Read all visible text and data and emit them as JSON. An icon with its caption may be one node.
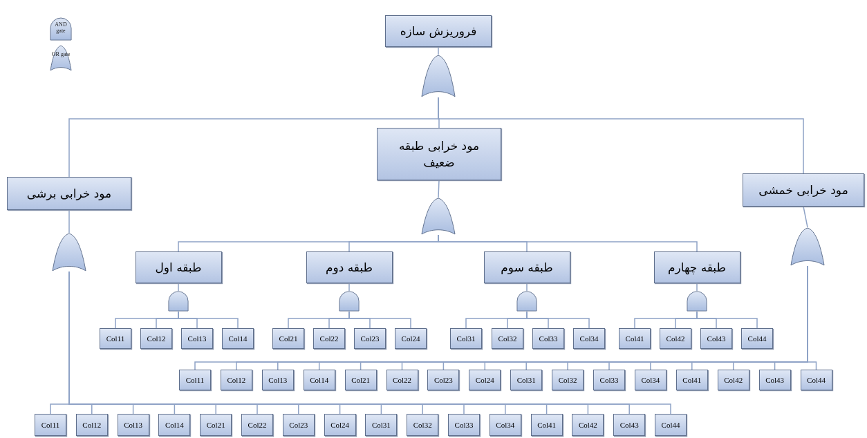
{
  "diagram": {
    "nodes": [
      {
        "text": [
          "AND gate"
        ]
      },
      {
        "text": [
          "OR gate"
        ]
      },
      {
        "text": [
          "فروریزش سازه"
        ]
      },
      {
        "text": [],
        "shape": "arch"
      },
      {
        "text": [
          "مود خرابی برشی"
        ]
      },
      {
        "text": [
          "مود خرابی طبقه ضعیف"
        ]
      },
      {
        "text": [
          "مود خرابی خمشی"
        ]
      },
      {
        "text": [],
        "shape": "arch"
      },
      {
        "text": [],
        "shape": "arch"
      },
      {
        "text": [],
        "shape": "arch"
      },
      {
        "text": [
          "طبقه اول"
        ]
      },
      {
        "text": [
          "طبقه دوم"
        ]
      },
      {
        "text": [
          "طبقه سوم"
        ]
      },
      {
        "text": [
          "طبقه چهارم"
        ]
      },
      {
        "text": [],
        "shape": "dome"
      },
      {
        "text": [],
        "shape": "dome"
      },
      {
        "text": [],
        "shape": "dome"
      },
      {
        "text": [],
        "shape": "dome"
      },
      {
        "text": [
          "Col11"
        ]
      },
      {
        "text": [
          "Col12"
        ]
      },
      {
        "text": [
          "Col13"
        ]
      },
      {
        "text": [
          "Col14"
        ]
      },
      {
        "text": [
          "Col21"
        ]
      },
      {
        "text": [
          "Col22"
        ]
      },
      {
        "text": [
          "Col23"
        ]
      },
      {
        "text": [
          "Col24"
        ]
      },
      {
        "text": [
          "Col31"
        ]
      },
      {
        "text": [
          "Col32"
        ]
      },
      {
        "text": [
          "Col33"
        ]
      },
      {
        "text": [
          "Col34"
        ]
      },
      {
        "text": [
          "Col41"
        ]
      },
      {
        "text": [
          "Col42"
        ]
      },
      {
        "text": [
          "Col43"
        ]
      },
      {
        "text": [
          "Col44"
        ]
      },
      {
        "text": [
          "Col11"
        ]
      },
      {
        "text": [
          "Col12"
        ]
      },
      {
        "text": [
          "Col13"
        ]
      },
      {
        "text": [
          "Col14"
        ]
      },
      {
        "text": [
          "Col21"
        ]
      },
      {
        "text": [
          "Col22"
        ]
      },
      {
        "text": [
          "Col23"
        ]
      },
      {
        "text": [
          "Col24"
        ]
      },
      {
        "text": [
          "Col31"
        ]
      },
      {
        "text": [
          "Col32"
        ]
      },
      {
        "text": [
          "Col33"
        ]
      },
      {
        "text": [
          "Col34"
        ]
      },
      {
        "text": [
          "Col41"
        ]
      },
      {
        "text": [
          "Col42"
        ]
      },
      {
        "text": [
          "Col43"
        ]
      },
      {
        "text": [
          "Col44"
        ]
      },
      {
        "text": [
          "Col11"
        ]
      },
      {
        "text": [
          "Col12"
        ]
      },
      {
        "text": [
          "Col13"
        ]
      },
      {
        "text": [
          "Col14"
        ]
      },
      {
        "text": [
          "Col21"
        ]
      },
      {
        "text": [
          "Col22"
        ]
      },
      {
        "text": [
          "Col23"
        ]
      },
      {
        "text": [
          "Col24"
        ]
      },
      {
        "text": [
          "Col31"
        ]
      },
      {
        "text": [
          "Col32"
        ]
      },
      {
        "text": [
          "Col33"
        ]
      },
      {
        "text": [
          "Col34"
        ]
      },
      {
        "text": [
          "Col41"
        ]
      },
      {
        "text": [
          "Col42"
        ]
      },
      {
        "text": [
          "Col43"
        ]
      },
      {
        "text": [
          "Col44"
        ]
      }
    ],
    "edges": [
      {
        "from": 2,
        "to": 3,
        "arrow": "none"
      },
      {
        "from": 3,
        "to": 4,
        "arrow": "none"
      },
      {
        "from": 3,
        "to": 5,
        "arrow": "none"
      },
      {
        "from": 3,
        "to": 6,
        "arrow": "none"
      },
      {
        "from": 4,
        "to": 7,
        "arrow": "none"
      },
      {
        "from": 5,
        "to": 8,
        "arrow": "none"
      },
      {
        "from": 6,
        "to": 9,
        "arrow": "none"
      },
      {
        "from": 8,
        "to": 10,
        "arrow": "none"
      },
      {
        "from": 8,
        "to": 11,
        "arrow": "none"
      },
      {
        "from": 8,
        "to": 12,
        "arrow": "none"
      },
      {
        "from": 8,
        "to": 13,
        "arrow": "none"
      },
      {
        "from": 10,
        "to": 14,
        "arrow": "none"
      },
      {
        "from": 11,
        "to": 15,
        "arrow": "none"
      },
      {
        "from": 12,
        "to": 16,
        "arrow": "none"
      },
      {
        "from": 13,
        "to": 17,
        "arrow": "none"
      },
      {
        "from": 14,
        "to": 18,
        "arrow": "none"
      },
      {
        "from": 14,
        "to": 19,
        "arrow": "none"
      },
      {
        "from": 14,
        "to": 20,
        "arrow": "none"
      },
      {
        "from": 14,
        "to": 21,
        "arrow": "none"
      },
      {
        "from": 15,
        "to": 22,
        "arrow": "none"
      },
      {
        "from": 15,
        "to": 23,
        "arrow": "none"
      },
      {
        "from": 15,
        "to": 24,
        "arrow": "none"
      },
      {
        "from": 15,
        "to": 25,
        "arrow": "none"
      },
      {
        "from": 16,
        "to": 26,
        "arrow": "none"
      },
      {
        "from": 16,
        "to": 27,
        "arrow": "none"
      },
      {
        "from": 16,
        "to": 28,
        "arrow": "none"
      },
      {
        "from": 16,
        "to": 29,
        "arrow": "none"
      },
      {
        "from": 17,
        "to": 30,
        "arrow": "none"
      },
      {
        "from": 17,
        "to": 31,
        "arrow": "none"
      },
      {
        "from": 17,
        "to": 32,
        "arrow": "none"
      },
      {
        "from": 17,
        "to": 33,
        "arrow": "none"
      },
      {
        "from": 9,
        "to": 34,
        "arrow": "none"
      },
      {
        "from": 9,
        "to": 35,
        "arrow": "none"
      },
      {
        "from": 9,
        "to": 36,
        "arrow": "none"
      },
      {
        "from": 9,
        "to": 37,
        "arrow": "none"
      },
      {
        "from": 9,
        "to": 38,
        "arrow": "none"
      },
      {
        "from": 9,
        "to": 39,
        "arrow": "none"
      },
      {
        "from": 9,
        "to": 40,
        "arrow": "none"
      },
      {
        "from": 9,
        "to": 41,
        "arrow": "none"
      },
      {
        "from": 9,
        "to": 42,
        "arrow": "none"
      },
      {
        "from": 9,
        "to": 43,
        "arrow": "none"
      },
      {
        "from": 9,
        "to": 44,
        "arrow": "none"
      },
      {
        "from": 9,
        "to": 45,
        "arrow": "none"
      },
      {
        "from": 9,
        "to": 46,
        "arrow": "none"
      },
      {
        "from": 9,
        "to": 47,
        "arrow": "none"
      },
      {
        "from": 9,
        "to": 48,
        "arrow": "none"
      },
      {
        "from": 9,
        "to": 49,
        "arrow": "none"
      },
      {
        "from": 7,
        "to": 50,
        "arrow": "none"
      },
      {
        "from": 7,
        "to": 51,
        "arrow": "none"
      },
      {
        "from": 7,
        "to": 52,
        "arrow": "none"
      },
      {
        "from": 7,
        "to": 53,
        "arrow": "none"
      },
      {
        "from": 7,
        "to": 54,
        "arrow": "none"
      },
      {
        "from": 7,
        "to": 55,
        "arrow": "none"
      },
      {
        "from": 7,
        "to": 56,
        "arrow": "none"
      },
      {
        "from": 7,
        "to": 57,
        "arrow": "none"
      },
      {
        "from": 7,
        "to": 58,
        "arrow": "none"
      },
      {
        "from": 7,
        "to": 59,
        "arrow": "none"
      },
      {
        "from": 7,
        "to": 60,
        "arrow": "none"
      },
      {
        "from": 7,
        "to": 61,
        "arrow": "none"
      },
      {
        "from": 7,
        "to": 62,
        "arrow": "none"
      },
      {
        "from": 7,
        "to": 63,
        "arrow": "none"
      },
      {
        "from": 7,
        "to": 64,
        "arrow": "none"
      },
      {
        "from": 7,
        "to": 65,
        "arrow": "none"
      }
    ]
  }
}
